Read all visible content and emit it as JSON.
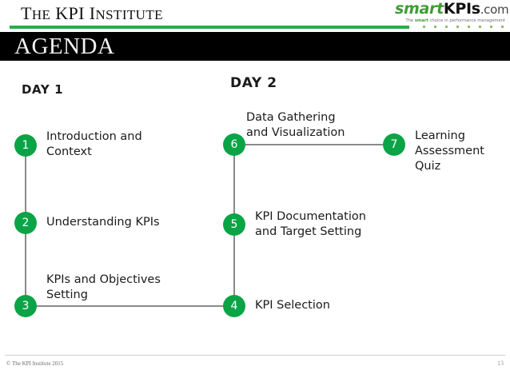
{
  "header": {
    "brand_the": "T",
    "brand_he": "HE",
    "brand_kpi": " KPI ",
    "brand_i": "I",
    "brand_nstitute": "NSTITUTE",
    "brand_full": "THE KPI INSTITUTE",
    "slide_title": "AGENDA",
    "logo": {
      "smart": "smart",
      "kpis": "KPIs",
      "com": ".com",
      "tagline_pre": "The ",
      "tagline_bold": "smart",
      "tagline_post": " choice in performance management"
    },
    "accent_green": "#2faa4b",
    "band_color": "#000000"
  },
  "agenda": {
    "day1_label": "DAY 1",
    "day2_label": "DAY 2",
    "node_color": "#0aa447",
    "connector_color": "#8a8a8a",
    "items": [
      {
        "number": "1",
        "label": "Introduction and\nContext"
      },
      {
        "number": "2",
        "label": "Understanding KPIs"
      },
      {
        "number": "3",
        "label": "KPIs and Objectives\nSetting"
      },
      {
        "number": "4",
        "label": "KPI Selection"
      },
      {
        "number": "5",
        "label": "KPI Documentation\nand Target Setting"
      },
      {
        "number": "6",
        "label": "Data Gathering\nand Visualization"
      },
      {
        "number": "7",
        "label": "Learning\nAssessment Quiz"
      }
    ]
  },
  "footer": {
    "copyright": "© The KPI Institute 2015",
    "page_number": "13"
  }
}
